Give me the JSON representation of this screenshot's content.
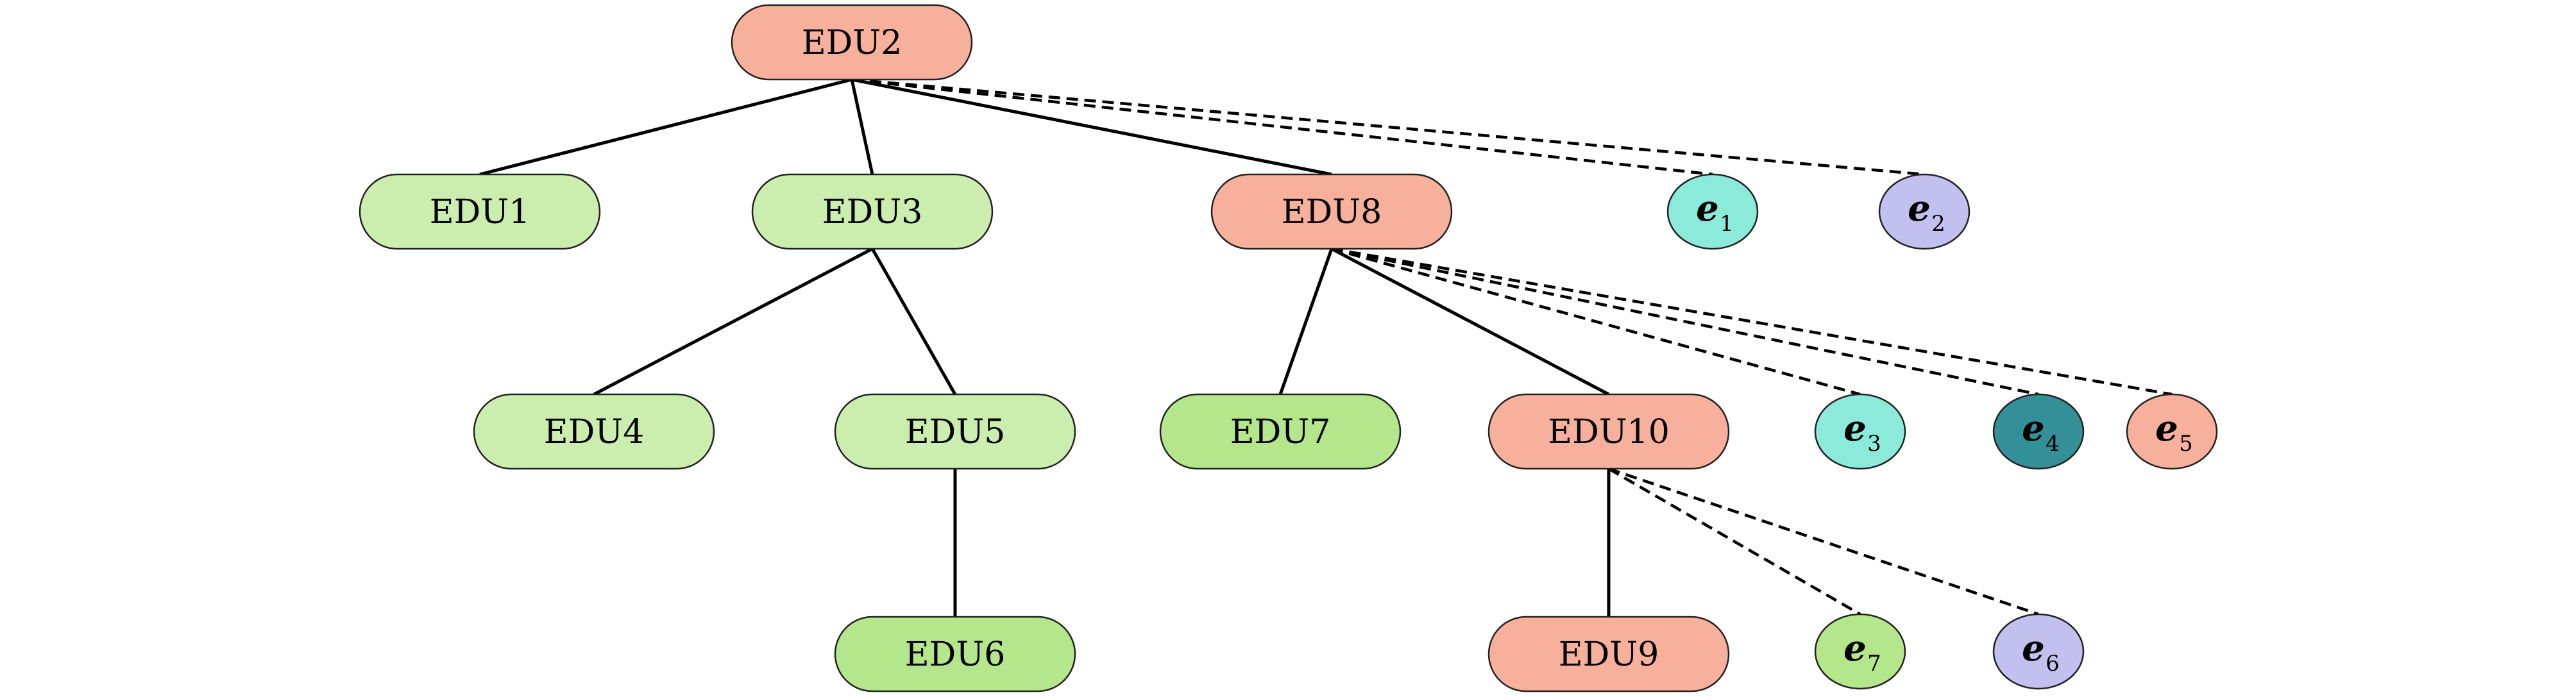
{
  "colors": {
    "salmon": "#f7b09b",
    "light_green": "#cbeeaf",
    "green": "#b4e68b",
    "aqua": "#8ceada",
    "lavender": "#c2c0ef",
    "teal": "#338f98",
    "edge": "#000000"
  },
  "nodes": [
    {
      "id": "EDU2",
      "label": "EDU2",
      "kind": "edu",
      "color": "salmon"
    },
    {
      "id": "EDU1",
      "label": "EDU1",
      "kind": "edu",
      "color": "light_green"
    },
    {
      "id": "EDU3",
      "label": "EDU3",
      "kind": "edu",
      "color": "light_green"
    },
    {
      "id": "EDU8",
      "label": "EDU8",
      "kind": "edu",
      "color": "salmon"
    },
    {
      "id": "EDU4",
      "label": "EDU4",
      "kind": "edu",
      "color": "light_green"
    },
    {
      "id": "EDU5",
      "label": "EDU5",
      "kind": "edu",
      "color": "light_green"
    },
    {
      "id": "EDU7",
      "label": "EDU7",
      "kind": "edu",
      "color": "green"
    },
    {
      "id": "EDU10",
      "label": "EDU10",
      "kind": "edu",
      "color": "salmon"
    },
    {
      "id": "EDU6",
      "label": "EDU6",
      "kind": "edu",
      "color": "green"
    },
    {
      "id": "EDU9",
      "label": "EDU9",
      "kind": "edu",
      "color": "salmon"
    },
    {
      "id": "e1",
      "label": "e",
      "sub": "1",
      "kind": "entity",
      "color": "aqua"
    },
    {
      "id": "e2",
      "label": "e",
      "sub": "2",
      "kind": "entity",
      "color": "lavender"
    },
    {
      "id": "e3",
      "label": "e",
      "sub": "3",
      "kind": "entity",
      "color": "aqua"
    },
    {
      "id": "e4",
      "label": "e",
      "sub": "4",
      "kind": "entity",
      "color": "teal"
    },
    {
      "id": "e5",
      "label": "e",
      "sub": "5",
      "kind": "entity",
      "color": "salmon"
    },
    {
      "id": "e7",
      "label": "e",
      "sub": "7",
      "kind": "entity",
      "color": "green"
    },
    {
      "id": "e6",
      "label": "e",
      "sub": "6",
      "kind": "entity",
      "color": "lavender"
    }
  ],
  "edges": [
    {
      "from": "EDU2",
      "to": "EDU1",
      "style": "solid"
    },
    {
      "from": "EDU2",
      "to": "EDU3",
      "style": "solid"
    },
    {
      "from": "EDU2",
      "to": "EDU8",
      "style": "solid"
    },
    {
      "from": "EDU2",
      "to": "e1",
      "style": "dashed"
    },
    {
      "from": "EDU2",
      "to": "e2",
      "style": "dashed"
    },
    {
      "from": "EDU3",
      "to": "EDU4",
      "style": "solid"
    },
    {
      "from": "EDU3",
      "to": "EDU5",
      "style": "solid"
    },
    {
      "from": "EDU5",
      "to": "EDU6",
      "style": "solid"
    },
    {
      "from": "EDU8",
      "to": "EDU7",
      "style": "solid"
    },
    {
      "from": "EDU8",
      "to": "EDU10",
      "style": "solid"
    },
    {
      "from": "EDU8",
      "to": "e3",
      "style": "dashed"
    },
    {
      "from": "EDU8",
      "to": "e4",
      "style": "dashed"
    },
    {
      "from": "EDU8",
      "to": "e5",
      "style": "dashed"
    },
    {
      "from": "EDU10",
      "to": "EDU9",
      "style": "solid"
    },
    {
      "from": "EDU10",
      "to": "e7",
      "style": "dashed"
    },
    {
      "from": "EDU10",
      "to": "e6",
      "style": "dashed"
    }
  ]
}
